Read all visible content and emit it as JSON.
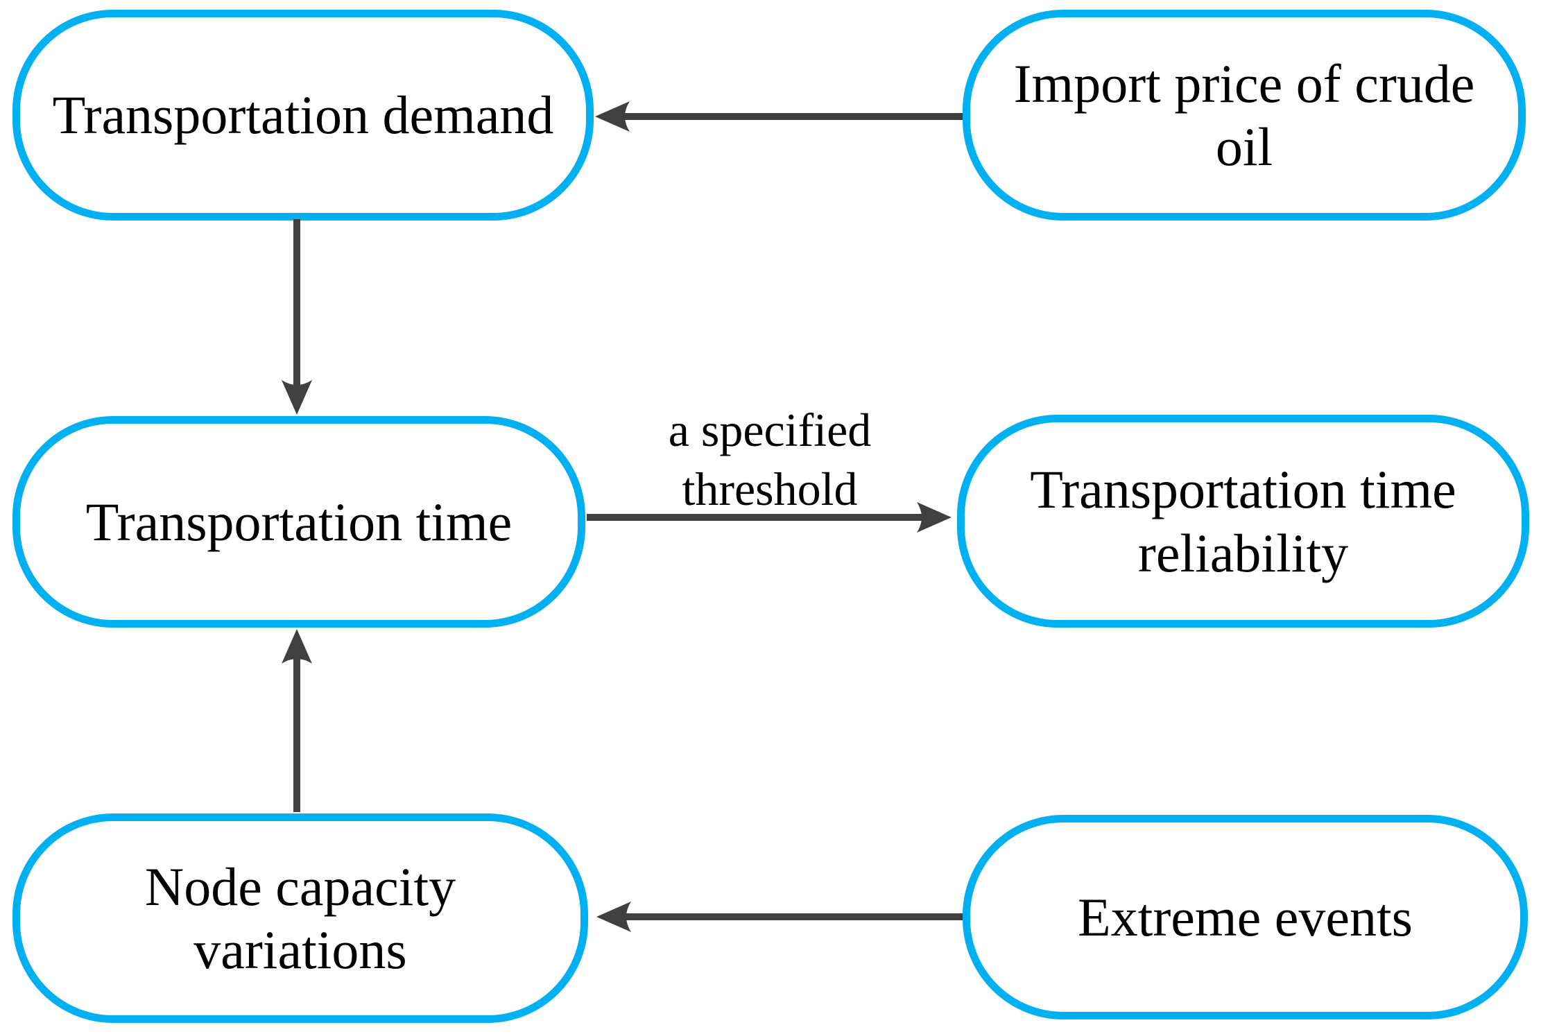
{
  "colors": {
    "node-border": "#00B0F0",
    "arrow": "#404040",
    "text": "#000000",
    "page-bg": "#FFFFFF"
  },
  "nodes": {
    "transportation_demand": "Transportation demand",
    "import_price_of_crude_oil": "Import price of crude\noil",
    "transportation_time": "Transportation time",
    "transportation_time_reliability": "Transportation time\nreliability",
    "node_capacity_variations": "Node capacity\nvariations",
    "extreme_events": "Extreme events"
  },
  "edge_labels": {
    "specified_threshold": "a specified\nthreshold"
  },
  "edges": [
    {
      "from": "Import price of crude oil",
      "to": "Transportation demand",
      "label": ""
    },
    {
      "from": "Transportation demand",
      "to": "Transportation time",
      "label": ""
    },
    {
      "from": "Transportation time",
      "to": "Transportation time reliability",
      "label": "a specified threshold"
    },
    {
      "from": "Node capacity variations",
      "to": "Transportation time",
      "label": ""
    },
    {
      "from": "Extreme events",
      "to": "Node capacity variations",
      "label": ""
    }
  ]
}
